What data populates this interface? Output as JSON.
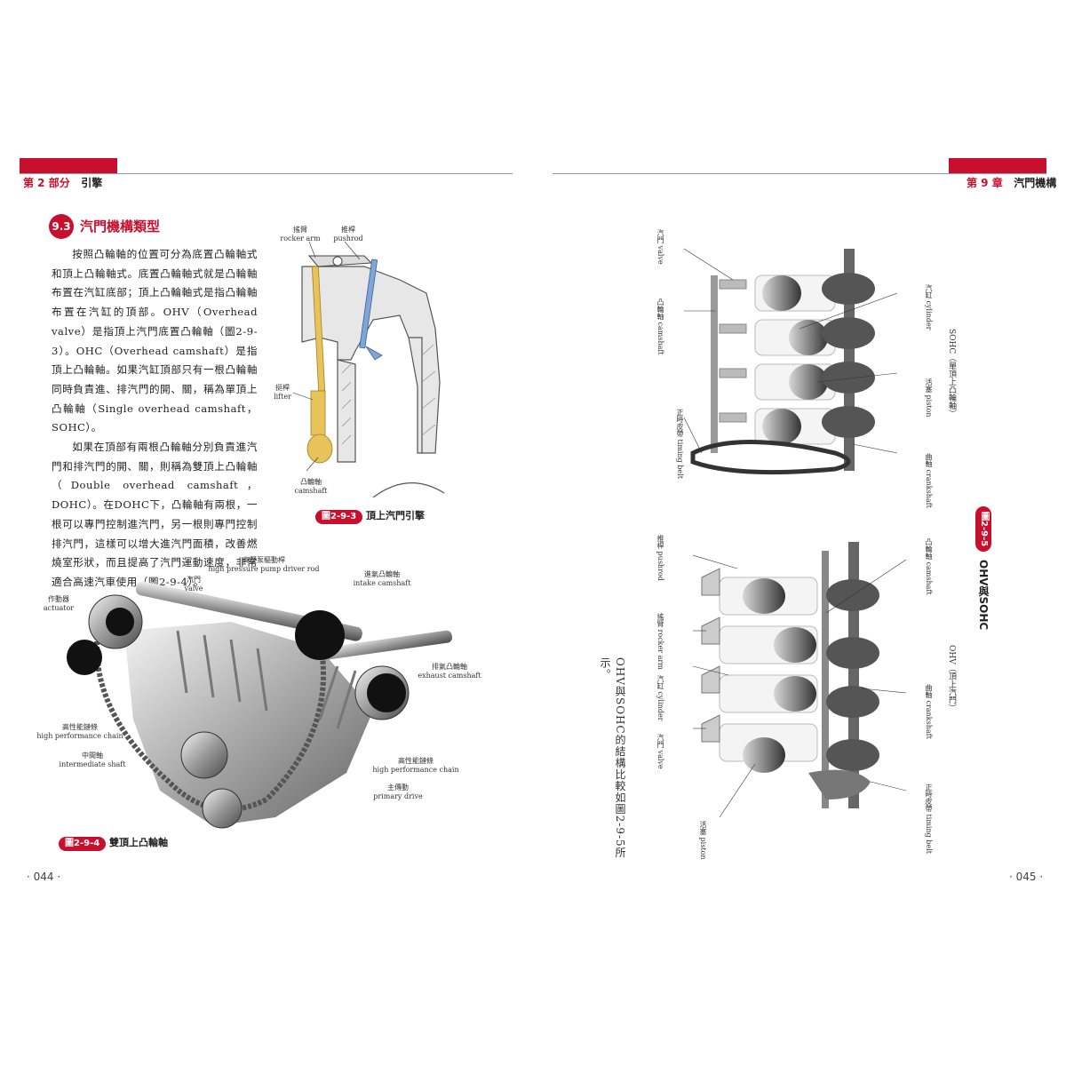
{
  "header": {
    "left_part": "第 2 部分",
    "left_title": "引擎",
    "right_chapter": "第 9 章",
    "right_title": "汽門機構"
  },
  "section": {
    "number": "9.3",
    "title": "汽門機構類型"
  },
  "body": {
    "p1": "按照凸輪軸的位置可分為底置凸輪軸式和頂上凸輪軸式。底置凸輪軸式就是凸輪軸布置在汽缸底部；頂上凸輪軸式是指凸輪軸布置在汽缸的頂部。OHV（Overhead valve）是指頂上汽門底置凸輪軸（圖2-9-3）。OHC（Overhead camshaft）是指頂上凸輪軸。如果汽缸頂部只有一根凸輪軸同時負責進、排汽門的開、關，稱為單頂上凸輪軸（Single overhead camshaft，SOHC）。",
    "p2": "如果在頂部有兩根凸輪軸分別負責進汽門和排汽門的開、關，則稱為雙頂上凸輪軸（Double overhead camshaft，DOHC）。在DOHC下，凸輪軸有兩根，一根可以專門控制進汽門，另一根則專門控制排汽門，這樣可以增大進汽門面積，改善燃燒室形狀，而且提高了汽門運動速度，非常適合高速汽車使用（圖2-9-4）。"
  },
  "fig3": {
    "badge": "圖2-9-3",
    "caption": "頂上汽門引擎",
    "labels": {
      "rocker_zh": "搖臂",
      "rocker_en": "rocker arm",
      "pushrod_zh": "推桿",
      "pushrod_en": "pushrod",
      "lifter_zh": "挺桿",
      "lifter_en": "lifter",
      "camshaft_zh": "凸輪軸",
      "camshaft_en": "camshaft"
    }
  },
  "fig4": {
    "badge": "圖2-9-4",
    "caption": "雙頂上凸輪軸",
    "labels": {
      "hp_pump_zh": "高壓泵驅動桿",
      "hp_pump_en": "high pressure pump driver rod",
      "valve_zh": "汽門",
      "valve_en": "valve",
      "actuator_zh": "作動器",
      "actuator_en": "actuator",
      "intake_zh": "進氣凸輪軸",
      "intake_en": "intake camshaft",
      "exhaust_zh": "排氣凸輪軸",
      "exhaust_en": "exhaust camshaft",
      "chain1_zh": "高性能鏈條",
      "chain1_en": "high performance chain",
      "inter_zh": "中間軸",
      "inter_en": "intermediate shaft",
      "chain2_zh": "高性能鏈條",
      "chain2_en": "high performance chain",
      "primary_zh": "主傳動",
      "primary_en": "primary drive"
    }
  },
  "fig5": {
    "badge": "圖2-9-5",
    "title": "OHV與SOHC",
    "sohc": {
      "valve_zh": "汽門",
      "valve_en": "valve",
      "camshaft_zh": "凸輪軸",
      "camshaft_en": "camshaft",
      "cylinder_zh": "汽缸",
      "cylinder_en": "cylinder",
      "type": "SOHC（單頂上凸輪軸）",
      "piston_zh": "活塞",
      "piston_en": "piston",
      "belt_zh": "正時皮帶",
      "belt_en": "timing belt",
      "crank_zh": "曲軸",
      "crank_en": "crankshaft"
    },
    "ohv": {
      "pushrod_zh": "推桿",
      "pushrod_en": "pushrod",
      "camshaft_zh": "凸輪軸",
      "camshaft_en": "camshaft",
      "rocker_zh": "搖臂",
      "rocker_en": "rocker arm",
      "cylinder_zh": "汽缸",
      "cylinder_en": "cylinder",
      "type": "OHV（頂上汽門）",
      "crank_zh": "曲軸",
      "crank_en": "crankshaft",
      "valve_zh": "汽門",
      "valve_en": "valve",
      "belt_zh": "正時皮帶",
      "belt_en": "timing belt",
      "piston_zh": "活塞",
      "piston_en": "piston"
    }
  },
  "vertical_caption": "OHV與SOHC的結構比較如圖2-9-5所示。",
  "page_left": "· 044 ·",
  "page_right": "· 045 ·",
  "colors": {
    "accent": "#c8102e",
    "pushrod": "#e8c35a",
    "valve": "#7fa6d8"
  }
}
